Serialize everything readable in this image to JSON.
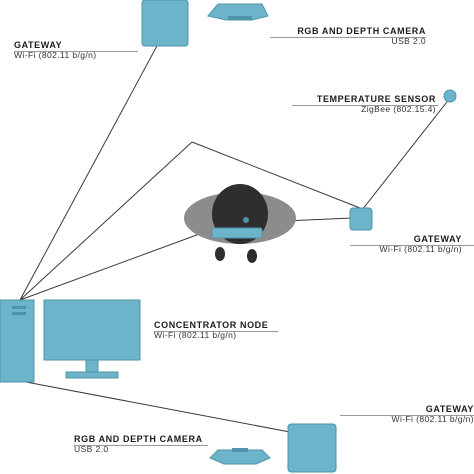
{
  "colors": {
    "device": "#6db3c9",
    "device_stroke": "#4d93a9",
    "line": "#3a3a3a",
    "person_dark": "#2e2e2e",
    "person_light": "#8c8c8c"
  },
  "labels": {
    "gateway_top": {
      "title": "GATEWAY",
      "sub": "Wi-Fi (802.11 b/g/n)"
    },
    "camera_top": {
      "title": "RGB AND DEPTH CAMERA",
      "sub": "USB 2.0"
    },
    "temp_sensor": {
      "title": "TEMPERATURE SENSOR",
      "sub": "ZigBee (802.15.4)"
    },
    "gateway_mid": {
      "title": "GATEWAY",
      "sub": "Wi-Fi (802.11 b/g/n)"
    },
    "concentrator": {
      "title": "CONCENTRATOR NODE",
      "sub": "Wi-Fi (802.11 b/g/n)"
    },
    "gateway_bottom": {
      "title": "GATEWAY",
      "sub": "Wi-Fi (802.11 b/g/n)"
    },
    "camera_bottom": {
      "title": "RGB AND DEPTH CAMERA",
      "sub": "USB 2.0"
    }
  },
  "icons": [
    "gateway-icon",
    "camera-icon",
    "sensor-icon",
    "person-icon",
    "computer-tower-icon",
    "monitor-icon"
  ]
}
